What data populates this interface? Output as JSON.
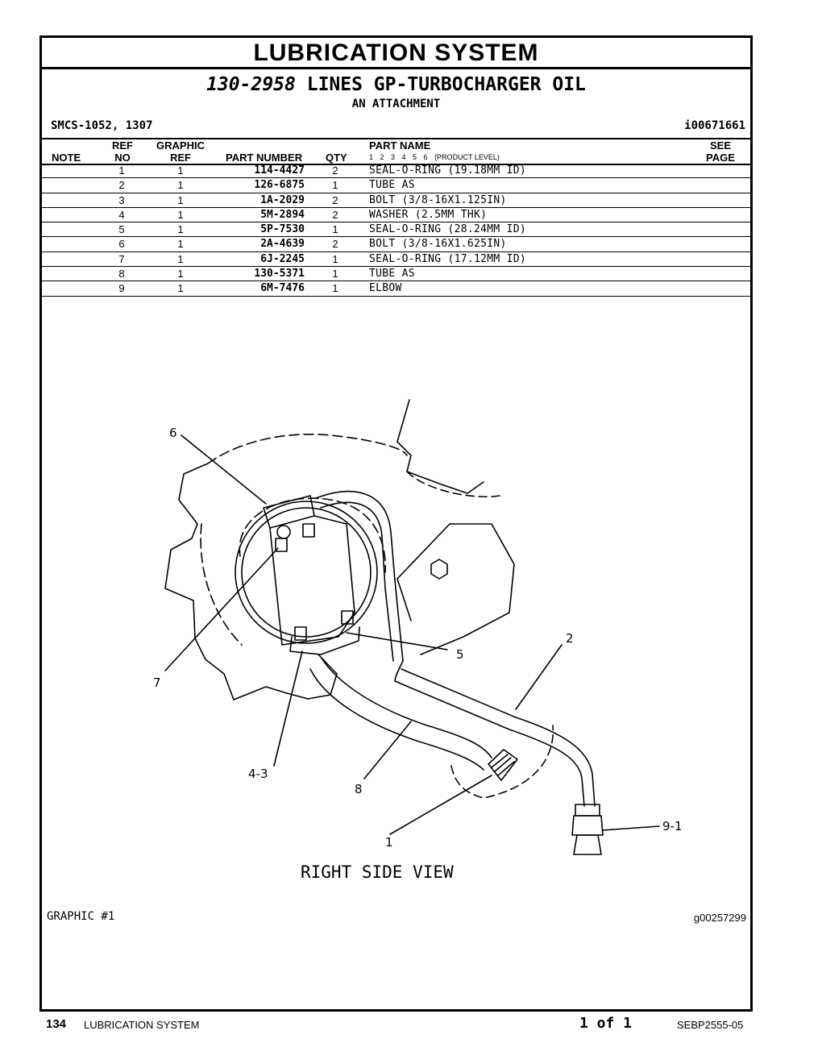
{
  "header": {
    "title": "LUBRICATION SYSTEM",
    "group_number": "130-2958",
    "group_name": "LINES GP-TURBOCHARGER OIL",
    "attachment": "AN ATTACHMENT",
    "smcs": "SMCS-1052, 1307",
    "illustration_id": "i00671661"
  },
  "table": {
    "columns": {
      "note": "NOTE",
      "ref_top": "REF",
      "ref_bottom": "NO",
      "graphic_top": "GRAPHIC",
      "graphic_bottom": "REF",
      "part_number": "PART NUMBER",
      "qty": "QTY",
      "part_name": "PART NAME",
      "levels": "1 2 3 4 5 6",
      "product_level": "(PRODUCT LEVEL)",
      "see_top": "SEE",
      "see_bottom": "PAGE"
    },
    "rows": [
      {
        "ref": "1",
        "graphic": "1",
        "part": "114-4427",
        "qty": "2",
        "name": "SEAL-O-RING (19.18MM ID)"
      },
      {
        "ref": "2",
        "graphic": "1",
        "part": "126-6875",
        "qty": "1",
        "name": "TUBE AS"
      },
      {
        "ref": "3",
        "graphic": "1",
        "part": "1A-2029",
        "qty": "2",
        "name": "BOLT (3/8-16X1.125IN)"
      },
      {
        "ref": "4",
        "graphic": "1",
        "part": "5M-2894",
        "qty": "2",
        "name": "WASHER (2.5MM THK)"
      },
      {
        "ref": "5",
        "graphic": "1",
        "part": "5P-7530",
        "qty": "1",
        "name": "SEAL-O-RING (28.24MM ID)"
      },
      {
        "ref": "6",
        "graphic": "1",
        "part": "2A-4639",
        "qty": "2",
        "name": "BOLT (3/8-16X1.625IN)"
      },
      {
        "ref": "7",
        "graphic": "1",
        "part": "6J-2245",
        "qty": "1",
        "name": "SEAL-O-RING (17.12MM ID)"
      },
      {
        "ref": "8",
        "graphic": "1",
        "part": "130-5371",
        "qty": "1",
        "name": "TUBE AS"
      },
      {
        "ref": "9",
        "graphic": "1",
        "part": "6M-7476",
        "qty": "1",
        "name": "ELBOW"
      }
    ]
  },
  "drawing": {
    "view_label": "RIGHT SIDE VIEW",
    "callouts": [
      "6",
      "7",
      "5",
      "2",
      "4-3",
      "8",
      "1",
      "9-1"
    ],
    "graphic_label": "GRAPHIC #1",
    "graphic_number": "g00257299"
  },
  "footer": {
    "page": "134",
    "section": "LUBRICATION SYSTEM",
    "page_of": "1 of 1",
    "document": "SEBP2555-05"
  }
}
